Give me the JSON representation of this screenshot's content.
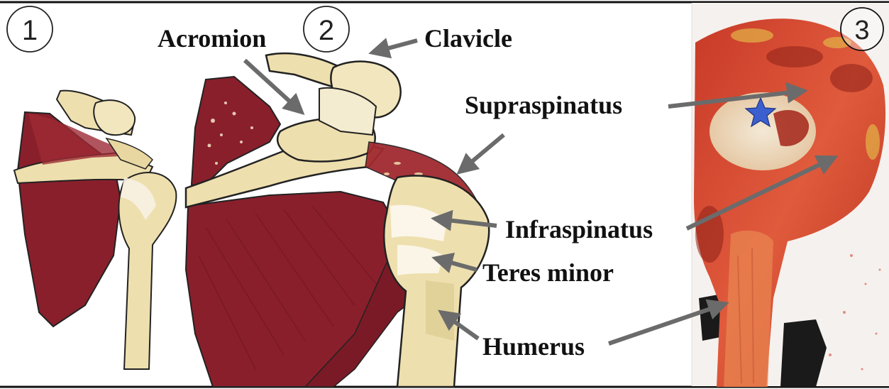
{
  "panels": [
    {
      "number": "1"
    },
    {
      "number": "2"
    },
    {
      "number": "3"
    }
  ],
  "labels": {
    "acromion": "Acromion",
    "clavicle": "Clavicle",
    "supraspinatus": "Supraspinatus",
    "infraspinatus": "Infraspinatus",
    "teres_minor": "Teres minor",
    "humerus": "Humerus"
  },
  "colors": {
    "muscle": "#8a1f2c",
    "bone": "#eedfae",
    "arrow": "#6b6b6b",
    "specimen": "#d9442e",
    "star": "#3c5fcf"
  },
  "marker": {
    "icon": "star-icon"
  }
}
